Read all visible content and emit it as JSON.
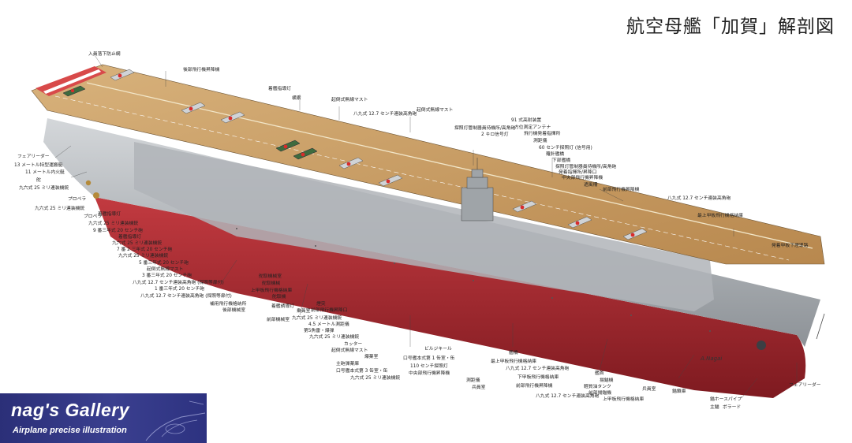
{
  "title": "航空母艦「加賀」解剖図",
  "badge": {
    "title": "nag's Gallery",
    "subtitle": "Airplane precise illustration"
  },
  "signature": "A.Nagai",
  "colors": {
    "hull_red": "#a2232a",
    "hull_gray": "#b8bcc0",
    "deck_wood": "#c9a06a",
    "badge_blue": "#333889"
  },
  "callouts_left": [
    "入員落下防止網",
    "フェアリーダー",
    "13 メートル特型運搬艇",
    "11 メートル内火艇",
    "舵",
    "九六式 25 ミリ連装機銃",
    "プロペラ",
    "九六式 25 ミリ連装機銃",
    "プロペラ",
    "着艦指導灯",
    "九六式 25 ミリ連装機銃",
    "9 番三年式 20 センチ砲",
    "着艦指導灯",
    "九六式 25 ミリ連装機銃",
    "7 番 2 三年式 20 センチ砲",
    "九六式 25 ミリ連装機銃",
    "5 番三年式 20 センチ砲",
    "起倒式無線マスト",
    "3 番三年式 20 センチ砲",
    "八九式 12.7 センチ連装高角砲 (探照等扉付)",
    "1 番三年式 20 センチ砲",
    "八九式 12.7 センチ連装高角砲 (探照等扉付)",
    "補用飛行機格納所",
    "後部機械室"
  ],
  "callouts_top": [
    "後部飛行機昇降機",
    "着艦指導灯",
    "横索",
    "起倒式無線マスト",
    "八九式 12.7 センチ連装高角砲",
    "起倒式無線マスト",
    "91 式高射装置",
    "探照灯管制器員待機所/高角砲",
    "方位測定アンテナ",
    "2 キロ信号灯",
    "飛行機発着指揮所",
    "測距儀",
    "60 センチ探照灯 (信号用)",
    "羅針艦橋",
    "下部艦橋",
    "探照灯管制器員待機所/高角砲",
    "発着指揮所/昇降口",
    "中央部飛行機昇降機",
    "遮風柵",
    "前部飛行機昇降機",
    "八九式 12.7 センチ連装高角砲",
    "最上甲板飛行機格納庫",
    "発着甲板下煙導路"
  ],
  "callouts_bottom": [
    "舵取機械室",
    "舵取機械",
    "上甲板飛行機格納庫",
    "舵取機",
    "前部機械室",
    "煙突",
    "前部飛行機昇降口",
    "着艦誘導灯",
    "九六式 25 ミリ連装機銃",
    "乗員室",
    "第5魚雷・爆弾",
    "4.5 メートル測距儀",
    "九六式 25 ミリ連装機銃",
    "カッター",
    "起倒式無線マスト",
    "爆薬室",
    "主砲弾薬庫",
    "口号艦本式第 3 缶室・缶",
    "ビルジキール",
    "九六式 25 ミリ連装機銃",
    "口号艦本式第 1 缶室・缶",
    "110 センチ探照灯",
    "中央部飛行機昇降機",
    "測距儀",
    "兵員室",
    "艦橋",
    "最上甲板飛行機格納庫",
    "八九式 12.7 センチ連装高角砲",
    "下甲板飛行機格納庫",
    "前部飛行機昇降機",
    "八九式 12.7 センチ連装高角砲",
    "艦首",
    "揚錨機",
    "軽質油タンク",
    "前部揚錨機",
    "上甲板飛行機格納庫",
    "兵員室",
    "錨鎖庫",
    "フェアリーダー",
    "錨ホースパイプ",
    "主錨",
    "ボラード"
  ]
}
